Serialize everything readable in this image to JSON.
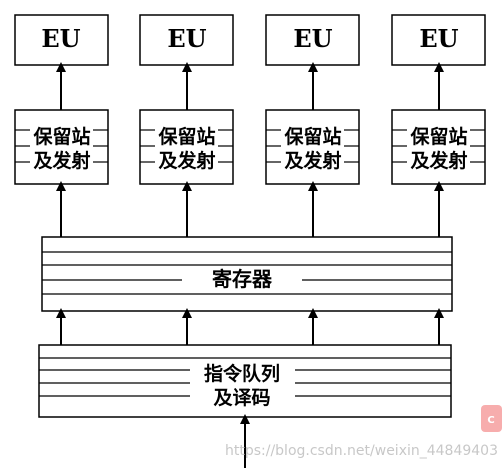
{
  "units": [
    {
      "eu_label": "EU",
      "rs_line1": "保留站",
      "rs_line2": "及发射"
    },
    {
      "eu_label": "EU",
      "rs_line1": "保留站",
      "rs_line2": "及发射"
    },
    {
      "eu_label": "EU",
      "rs_line1": "保留站",
      "rs_line2": "及发射"
    },
    {
      "eu_label": "EU",
      "rs_line1": "保留站",
      "rs_line2": "及发射"
    }
  ],
  "register_file": {
    "label": "寄存器"
  },
  "instruction_queue": {
    "line1": "指令队列",
    "line2": "及译码"
  },
  "watermark": {
    "text": "https://blog.csdn.net/weixin_44849403"
  }
}
